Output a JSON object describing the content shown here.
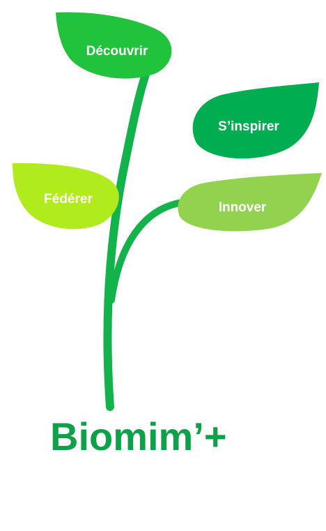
{
  "logo": {
    "leaves": [
      {
        "id": "decouvrir",
        "label": "Découvrir",
        "color": "#21c23c"
      },
      {
        "id": "sinspirer",
        "label": "S’inspirer",
        "color": "#00ad50"
      },
      {
        "id": "federer",
        "label": "Fédérer",
        "color": "#b0ec1d"
      },
      {
        "id": "innover",
        "label": "Innover",
        "color": "#92d24f"
      }
    ],
    "stem_color": "#12b34a",
    "brand_name": "Biomim’+",
    "brand_color": "#0fa14a"
  }
}
